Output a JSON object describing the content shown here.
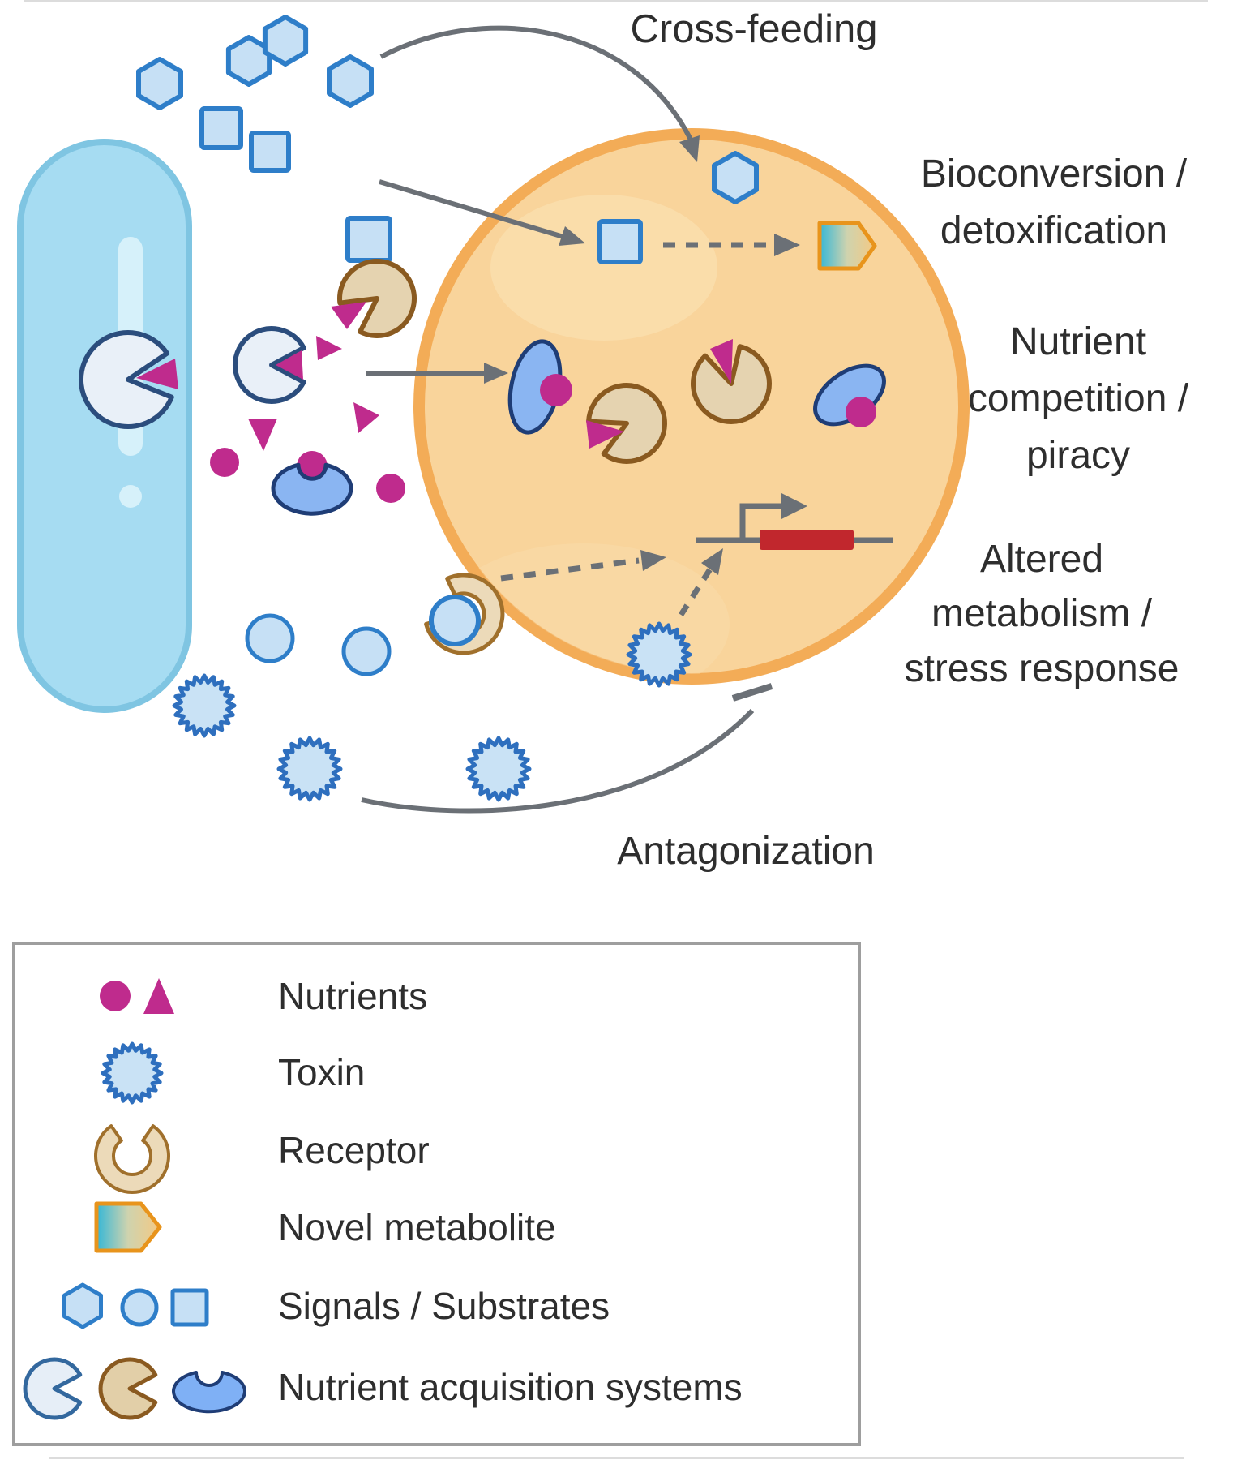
{
  "diagram": {
    "labels": {
      "cross_feeding": "Cross-feeding",
      "bioconversion": [
        "Bioconversion /",
        "detoxification"
      ],
      "nutrient_competition": [
        "Nutrient",
        "competition /",
        "piracy"
      ],
      "altered_metabolism": [
        "Altered",
        "metabolism /",
        "stress response"
      ],
      "antagonization": "Antagonization"
    },
    "legend": {
      "items": [
        {
          "icon": "nutrients-icon",
          "label": "Nutrients"
        },
        {
          "icon": "toxin-icon",
          "label": "Toxin"
        },
        {
          "icon": "receptor-icon",
          "label": "Receptor"
        },
        {
          "icon": "novel-metabolite-icon",
          "label": "Novel metabolite"
        },
        {
          "icon": "signals-substrates-icon",
          "label": "Signals / Substrates"
        },
        {
          "icon": "nutrient-acquisition-icon",
          "label": "Nutrient acquisition systems"
        }
      ]
    },
    "colors": {
      "magenta_nutrient": "#bf2b8d",
      "cell_fill": "#f9d49b",
      "cell_rim": "#f3ac57",
      "rod_fill": "#a6dcf2",
      "rod_border": "#7fc5e2",
      "signal_fill": "#c6e0f5",
      "signal_border": "#2e7ec9",
      "toxin_border": "#2e6fbe",
      "tan_pacman": "#e5d3b0",
      "tan_border": "#8a5a20",
      "kidney_blue": "#8ab5f2",
      "arrow_gray": "#6b7076",
      "gene_red": "#c1272d",
      "metabolite_border": "#e8941c"
    }
  }
}
